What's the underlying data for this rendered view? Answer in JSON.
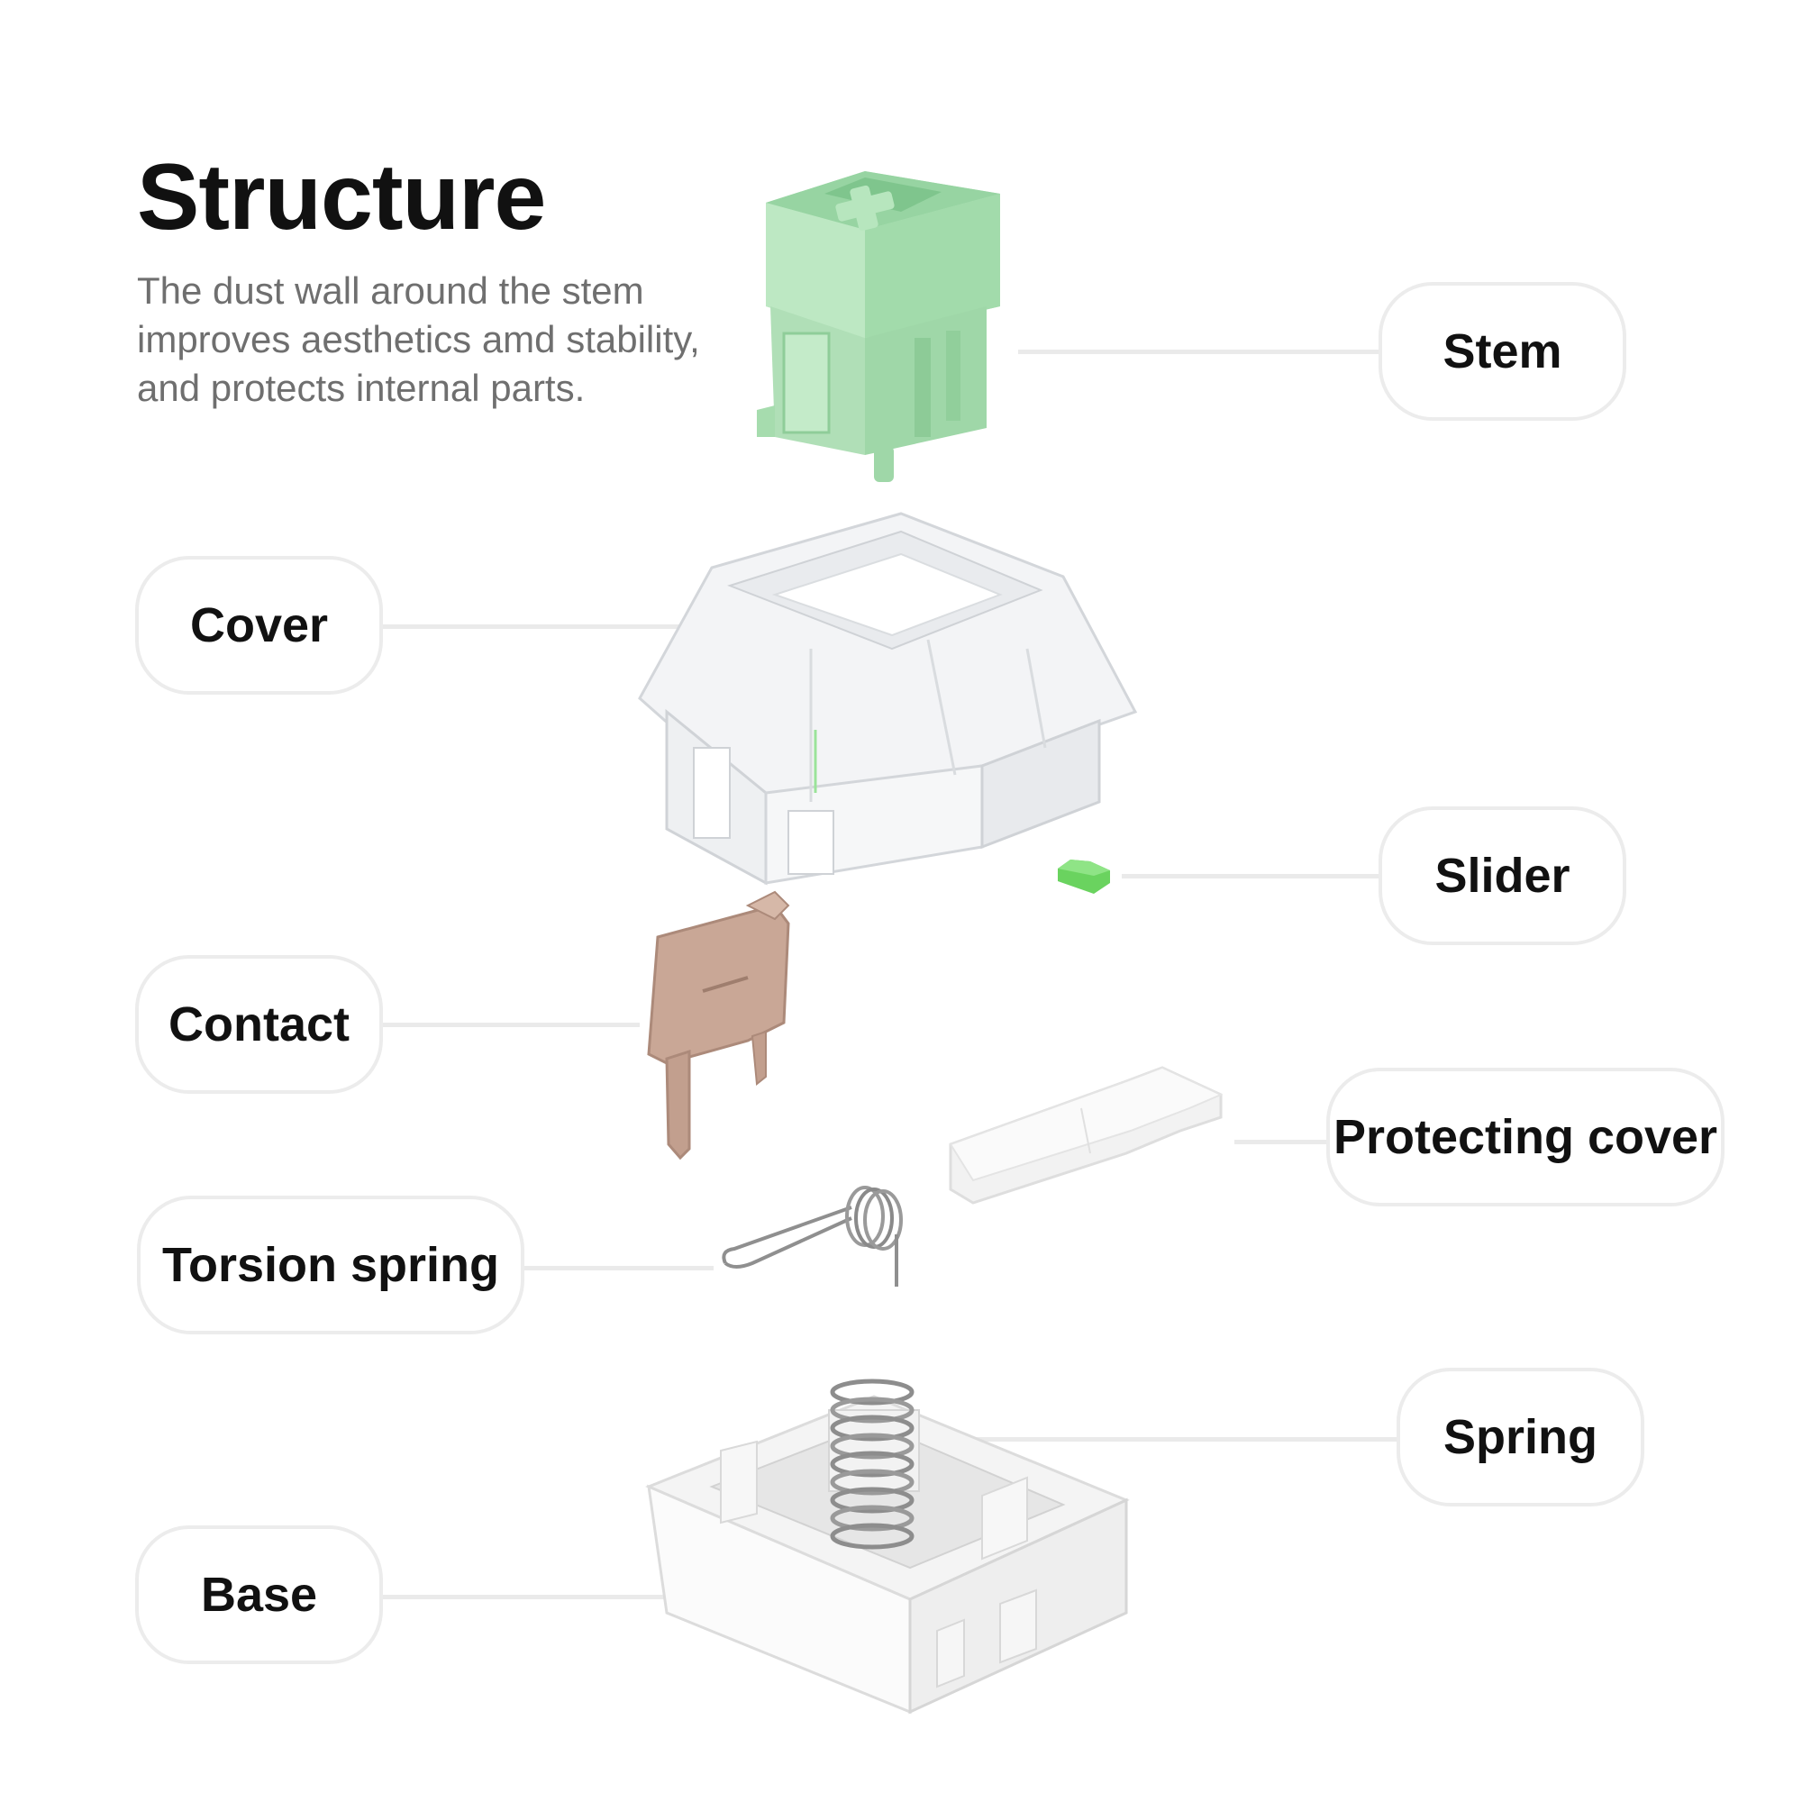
{
  "heading": {
    "title": "Structure",
    "description": "The dust wall around the stem improves aesthetics amd stability, and protects internal parts."
  },
  "labels": {
    "stem": "Stem",
    "cover": "Cover",
    "slider": "Slider",
    "contact": "Contact",
    "protecting_cover": "Protecting cover",
    "torsion_spring": "Torsion spring",
    "spring": "Spring",
    "base": "Base"
  },
  "colors": {
    "stem_green": "#a6dcae",
    "slider_green": "#6ad35f",
    "contact_copper": "#c9a796",
    "label_border": "#ececec",
    "leader_line": "#eaeaea",
    "description_text": "#6f6f6f"
  }
}
